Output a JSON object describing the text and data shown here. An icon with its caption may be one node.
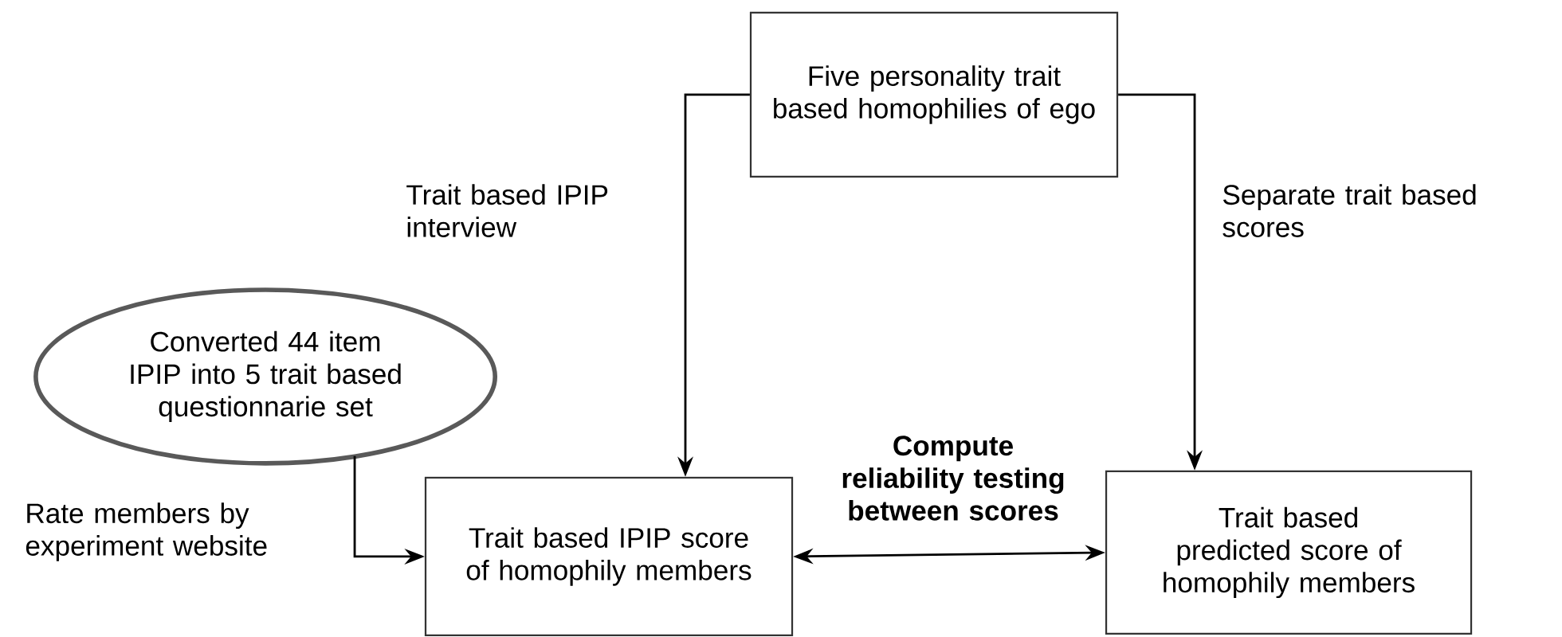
{
  "diagram": {
    "nodes": [
      {
        "text": [
          "Five personality trait based homophilies of ego"
        ]
      },
      {
        "text": [
          "Converted 44 item IPIP into 5 trait based questionnarie set"
        ]
      },
      {
        "text": [
          "Trait based IPIP score of homophily members"
        ]
      },
      {
        "text": [
          "Trait based predicted score of homophily members"
        ]
      }
    ],
    "edges": [
      {
        "from": 0,
        "to": 2,
        "arrow": "to",
        "label": "Trait based IPIP interview"
      },
      {
        "from": 0,
        "to": 3,
        "arrow": "to",
        "label": "Separate trait based scores"
      },
      {
        "from": 1,
        "to": 2,
        "arrow": "to",
        "label": "Rate members by experiment website"
      },
      {
        "from": 2,
        "to": 3,
        "arrow": "both",
        "label": "Compute reliability testing between scores"
      }
    ]
  }
}
